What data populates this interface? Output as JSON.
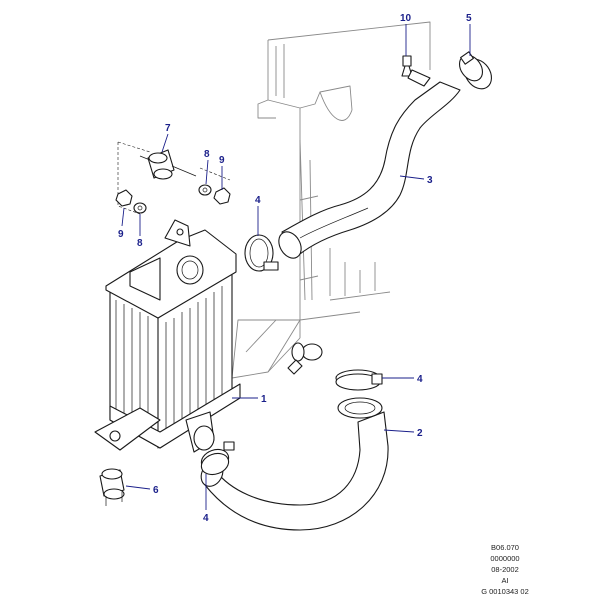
{
  "callouts": {
    "c1": "1",
    "c2": "2",
    "c3": "3",
    "c4a": "4",
    "c4b": "4",
    "c4c": "4",
    "c5": "5",
    "c6": "6",
    "c7": "7",
    "c8a": "8",
    "c8b": "8",
    "c9a": "9",
    "c9b": "9",
    "c10": "10"
  },
  "reference": {
    "line1": "B06.070",
    "line2": "0000000",
    "line3": "08-2002",
    "line4": "AI",
    "line5": "G 0010343 02"
  },
  "colors": {
    "callout": "#1a1f8a",
    "line_art": "#1a1a1a",
    "background_part": "#8a8a8a"
  }
}
